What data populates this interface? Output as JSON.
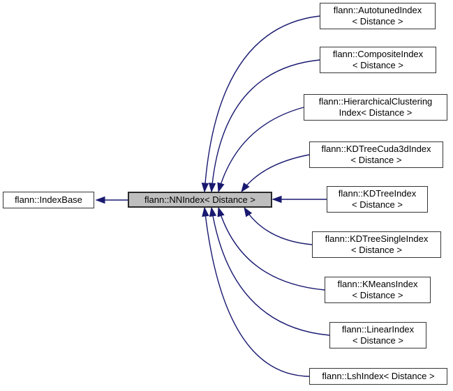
{
  "diagram": {
    "type": "class-inheritance-graph",
    "focus_class": "flann::NNIndex< Distance >",
    "colors": {
      "background": "#ffffff",
      "edge": "#191970",
      "node_fill": "#ffffff",
      "node_border": "#353535",
      "focus_fill": "#bfbfbf",
      "focus_border": "#2a2a2a",
      "text": "#000000"
    },
    "nodes": [
      {
        "id": "indexbase",
        "role": "base",
        "line1": "flann::IndexBase",
        "line2": ""
      },
      {
        "id": "nnindex",
        "role": "focus",
        "line1": "flann::NNIndex< Distance >",
        "line2": ""
      },
      {
        "id": "autotuned",
        "role": "derived",
        "line1": "flann::AutotunedIndex",
        "line2": "< Distance >"
      },
      {
        "id": "composite",
        "role": "derived",
        "line1": "flann::CompositeIndex",
        "line2": "< Distance >"
      },
      {
        "id": "hierarchical",
        "role": "derived",
        "line1": "flann::HierarchicalClustering",
        "line2": "Index< Distance >"
      },
      {
        "id": "kdtreecuda",
        "role": "derived",
        "line1": "flann::KDTreeCuda3dIndex",
        "line2": "< Distance >"
      },
      {
        "id": "kdtree",
        "role": "derived",
        "line1": "flann::KDTreeIndex",
        "line2": "< Distance >"
      },
      {
        "id": "kdtreesingle",
        "role": "derived",
        "line1": "flann::KDTreeSingleIndex",
        "line2": "< Distance >"
      },
      {
        "id": "kmeans",
        "role": "derived",
        "line1": "flann::KMeansIndex",
        "line2": "< Distance >"
      },
      {
        "id": "linear",
        "role": "derived",
        "line1": "flann::LinearIndex",
        "line2": "< Distance >"
      },
      {
        "id": "lsh",
        "role": "derived",
        "line1": "flann::LshIndex< Distance >",
        "line2": ""
      }
    ],
    "edges": [
      {
        "from": "nnindex",
        "to": "indexbase"
      },
      {
        "from": "autotuned",
        "to": "nnindex"
      },
      {
        "from": "composite",
        "to": "nnindex"
      },
      {
        "from": "hierarchical",
        "to": "nnindex"
      },
      {
        "from": "kdtreecuda",
        "to": "nnindex"
      },
      {
        "from": "kdtree",
        "to": "nnindex"
      },
      {
        "from": "kdtreesingle",
        "to": "nnindex"
      },
      {
        "from": "kmeans",
        "to": "nnindex"
      },
      {
        "from": "linear",
        "to": "nnindex"
      },
      {
        "from": "lsh",
        "to": "nnindex"
      }
    ]
  }
}
